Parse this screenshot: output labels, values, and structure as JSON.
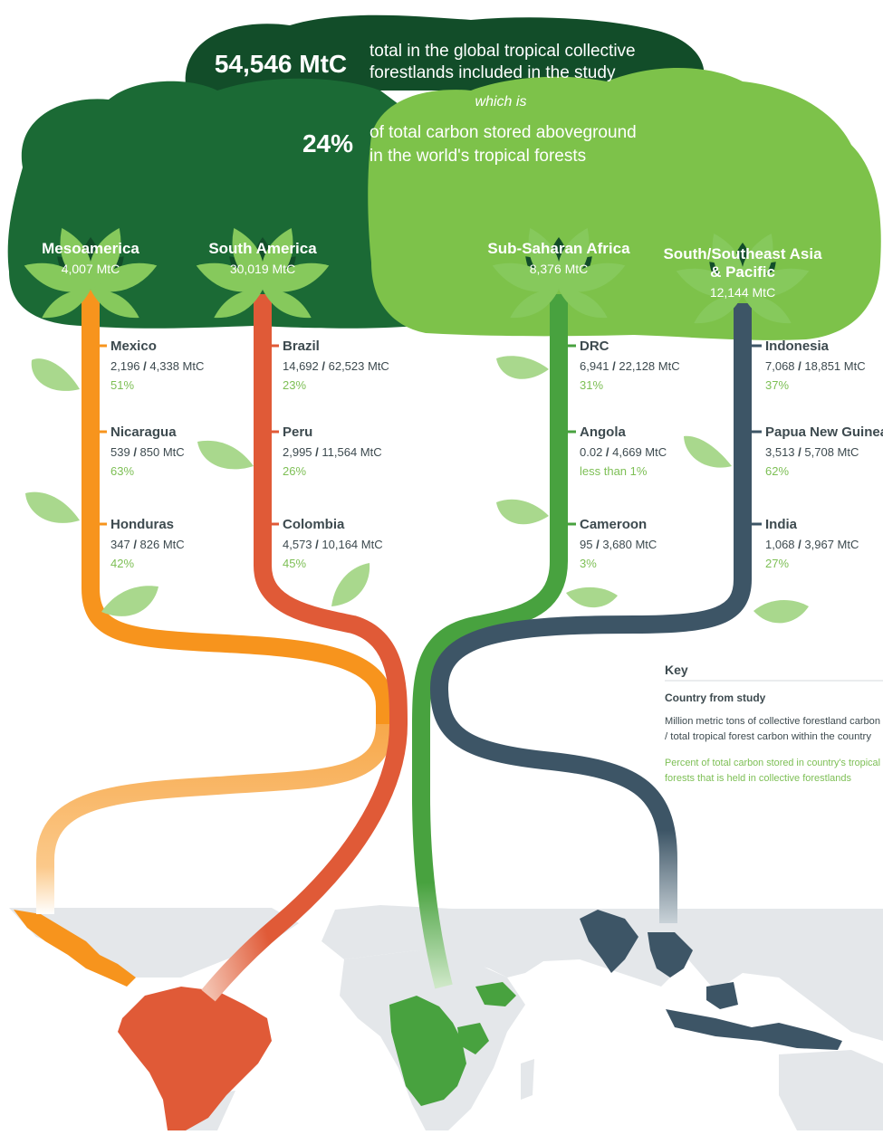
{
  "header": {
    "total_value": "54,546 MtC",
    "total_text_1": "total in the global tropical collective",
    "total_text_2": "forestlands included in the study",
    "connector": "which is",
    "percent_value": "24%",
    "percent_text_1": "of total carbon stored aboveground",
    "percent_text_2": "in the world's tropical forests"
  },
  "regions": [
    {
      "name_lines": [
        "Mesoamerica"
      ],
      "total": "4,007 MtC",
      "color": "#f7941d",
      "countries": [
        {
          "name": "Mexico",
          "collective": "2,196",
          "total": "4,338 MtC",
          "percent": "51%"
        },
        {
          "name": "Nicaragua",
          "collective": "539",
          "total": "850 MtC",
          "percent": "63%"
        },
        {
          "name": "Honduras",
          "collective": "347",
          "total": "826 MtC",
          "percent": "42%"
        }
      ]
    },
    {
      "name_lines": [
        "South America"
      ],
      "total": "30,019 MtC",
      "color": "#e05a37",
      "countries": [
        {
          "name": "Brazil",
          "collective": "14,692",
          "total": "62,523 MtC",
          "percent": "23%"
        },
        {
          "name": "Peru",
          "collective": "2,995",
          "total": "11,564 MtC",
          "percent": "26%"
        },
        {
          "name": "Colombia",
          "collective": "4,573",
          "total": "10,164 MtC",
          "percent": "45%"
        }
      ]
    },
    {
      "name_lines": [
        "Sub-Saharan Africa"
      ],
      "total": "8,376 MtC",
      "color": "#48a23f",
      "countries": [
        {
          "name": "DRC",
          "collective": "6,941",
          "total": "22,128 MtC",
          "percent": "31%"
        },
        {
          "name": "Angola",
          "collective": "0.02",
          "total": "4,669 MtC",
          "percent": "less than 1%"
        },
        {
          "name": "Cameroon",
          "collective": "95",
          "total": "3,680 MtC",
          "percent": "3%"
        }
      ]
    },
    {
      "name_lines": [
        "South/Southeast Asia",
        "& Pacific"
      ],
      "total": "12,144 MtC",
      "color": "#3d5566",
      "countries": [
        {
          "name": "Indonesia",
          "collective": "7,068",
          "total": "18,851 MtC",
          "percent": "37%"
        },
        {
          "name": "Papua New Guinea",
          "collective": "3,513",
          "total": "5,708 MtC",
          "percent": "62%"
        },
        {
          "name": "India",
          "collective": "1,068",
          "total": "3,967 MtC",
          "percent": "27%"
        }
      ]
    }
  ],
  "key": {
    "title": "Key",
    "country_label": "Country from study",
    "mtc_line_1": "Million metric tons of collective forestland carbon",
    "mtc_line_2": "/ total tropical forest carbon within the country",
    "pct_line_1": "Percent of total carbon stored in country's tropical",
    "pct_line_2": "forests that is held in collective forestlands"
  },
  "colors": {
    "canopy_dark": "#1b6a35",
    "canopy_top": "#124d29",
    "canopy_light": "#7dc24a",
    "leaf": "#86c95c",
    "leaf_pale": "#a9d88d",
    "country_text": "#3d4a4f",
    "percent_text": "#7dbf55",
    "map_land": "#e4e7ea"
  }
}
